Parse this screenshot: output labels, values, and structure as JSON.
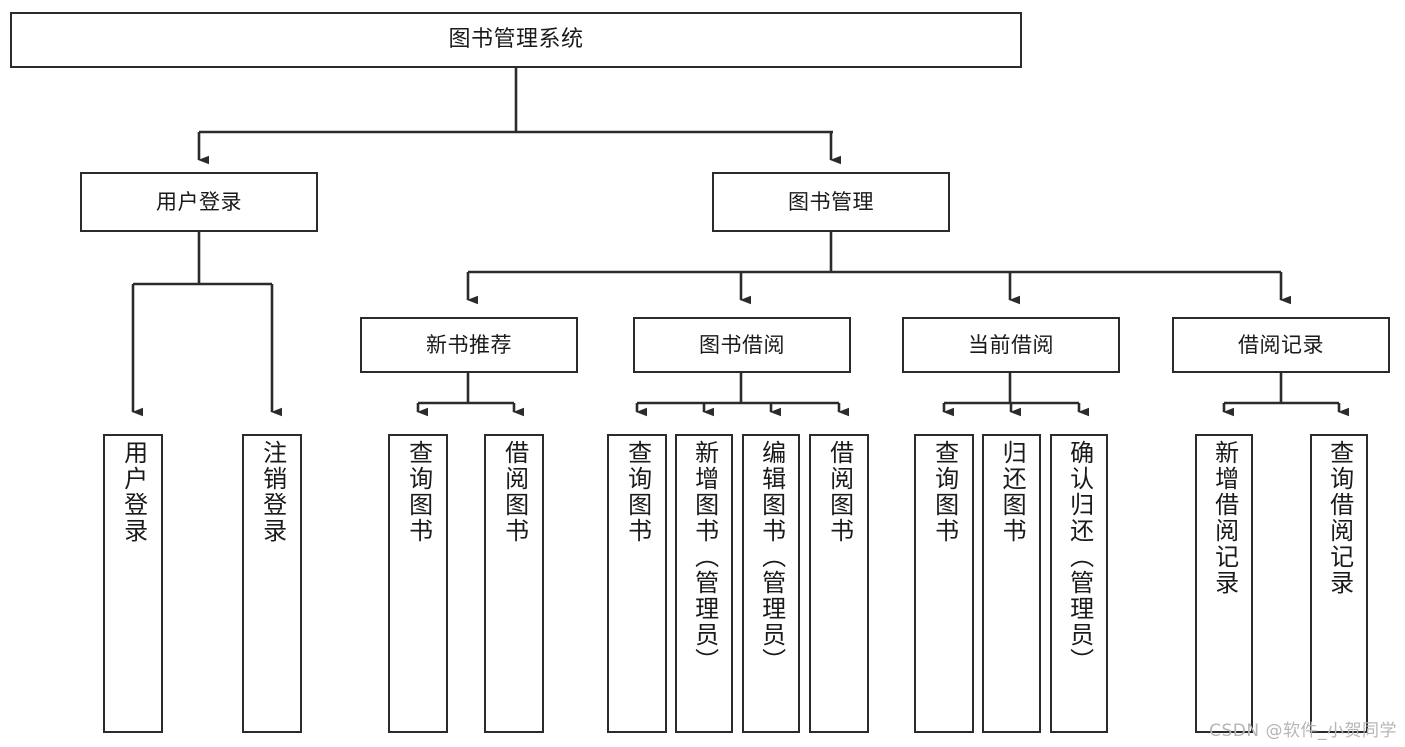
{
  "diagram": {
    "title": "图书管理系统",
    "type": "tree-hierarchy-chart",
    "stroke_color": "#2b2b2b",
    "fill_color": "#ffffff",
    "text_color": "#1a1a1a"
  },
  "nodes": {
    "root": {
      "label": "图书管理系统"
    },
    "level1": [
      {
        "id": "user-login",
        "label": "用户登录"
      },
      {
        "id": "book-manage",
        "label": "图书管理"
      }
    ],
    "level2": [
      {
        "id": "new-book-rec",
        "label": "新书推荐"
      },
      {
        "id": "book-borrow",
        "label": "图书借阅"
      },
      {
        "id": "current-borrow",
        "label": "当前借阅"
      },
      {
        "id": "borrow-record",
        "label": "借阅记录"
      }
    ],
    "leaves": {
      "user_login": [
        {
          "id": "leaf-user-login",
          "label": "用户登录"
        },
        {
          "id": "leaf-logout",
          "label": "注销登录"
        }
      ],
      "new_book_rec": [
        {
          "id": "leaf-query-book-1",
          "label": "查询图书"
        },
        {
          "id": "leaf-borrow-book-1",
          "label": "借阅图书"
        }
      ],
      "book_borrow": [
        {
          "id": "leaf-query-book-2",
          "label": "查询图书"
        },
        {
          "id": "leaf-add-book",
          "label": "新增图书（管理员）"
        },
        {
          "id": "leaf-edit-book",
          "label": "编辑图书（管理员）"
        },
        {
          "id": "leaf-borrow-book-2",
          "label": "借阅图书"
        }
      ],
      "current_borrow": [
        {
          "id": "leaf-query-book-3",
          "label": "查询图书"
        },
        {
          "id": "leaf-return-book",
          "label": "归还图书"
        },
        {
          "id": "leaf-confirm-return",
          "label": "确认归还（管理员）"
        }
      ],
      "borrow_record": [
        {
          "id": "leaf-add-record",
          "label": "新增借阅记录"
        },
        {
          "id": "leaf-query-record",
          "label": "查询借阅记录"
        }
      ]
    }
  },
  "watermark": {
    "text": "CSDN @软件_小贺同学"
  }
}
